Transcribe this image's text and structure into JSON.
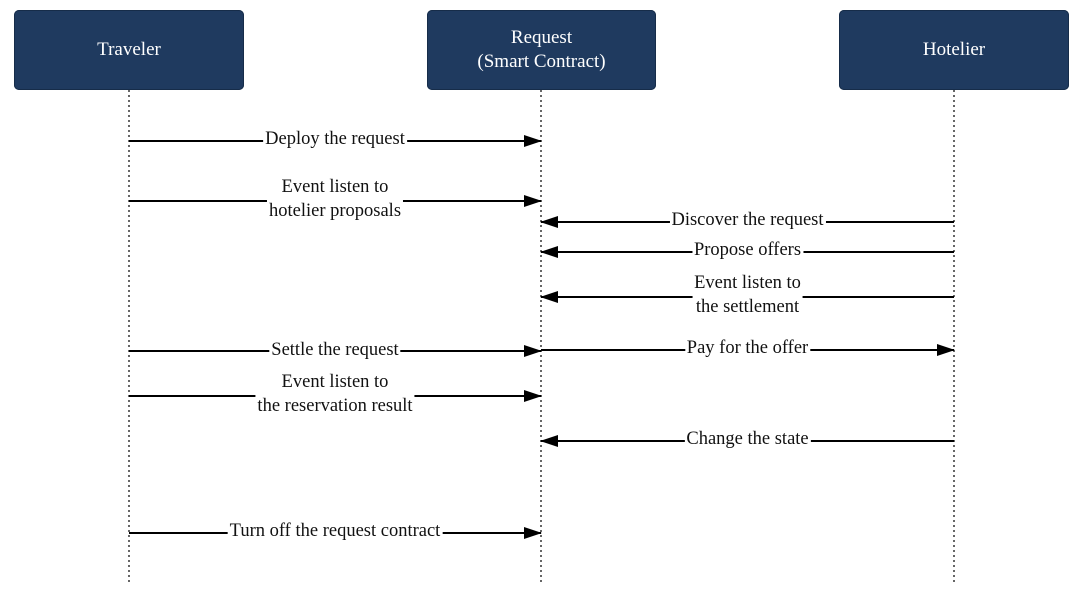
{
  "actors": {
    "traveler": {
      "label": "Traveler"
    },
    "request": {
      "label": "Request",
      "sublabel": "(Smart Contract)"
    },
    "hotelier": {
      "label": "Hotelier"
    }
  },
  "messages": [
    {
      "id": "deploy",
      "from": "traveler",
      "to": "request",
      "lines": [
        "Deploy the request"
      ]
    },
    {
      "id": "listen-proposals",
      "from": "traveler",
      "to": "request",
      "lines": [
        "Event listen to",
        "hotelier proposals"
      ]
    },
    {
      "id": "discover",
      "from": "hotelier",
      "to": "request",
      "lines": [
        "Discover the request"
      ]
    },
    {
      "id": "propose",
      "from": "hotelier",
      "to": "request",
      "lines": [
        "Propose offers"
      ]
    },
    {
      "id": "listen-settlement",
      "from": "hotelier",
      "to": "request",
      "lines": [
        "Event listen to",
        "the settlement"
      ]
    },
    {
      "id": "settle",
      "from": "traveler",
      "to": "request",
      "lines": [
        "Settle the request"
      ]
    },
    {
      "id": "pay",
      "from": "request",
      "to": "hotelier",
      "lines": [
        "Pay for the offer"
      ]
    },
    {
      "id": "listen-result",
      "from": "traveler",
      "to": "request",
      "lines": [
        "Event listen to",
        "the reservation result"
      ]
    },
    {
      "id": "change-state",
      "from": "hotelier",
      "to": "request",
      "lines": [
        "Change the state"
      ]
    },
    {
      "id": "turn-off",
      "from": "traveler",
      "to": "request",
      "lines": [
        "Turn off the request contract"
      ]
    }
  ],
  "colors": {
    "actor_fill": "#1f3a5f",
    "actor_text": "#ffffff",
    "line": "#000000"
  }
}
